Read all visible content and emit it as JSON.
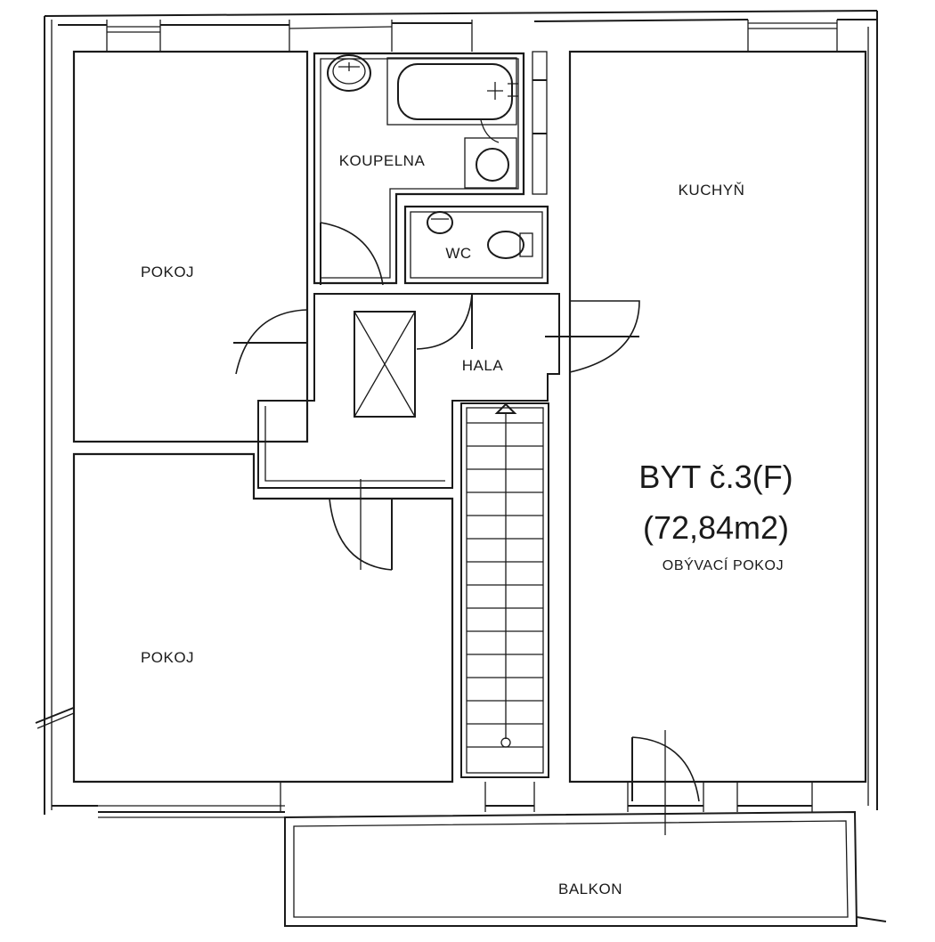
{
  "plan": {
    "apartment_title": "BYT č.3(F)",
    "apartment_area": "(72,84m2)",
    "rooms": {
      "pokoj_top": "POKOJ",
      "pokoj_bottom": "POKOJ",
      "koupelna": "KOUPELNA",
      "wc": "WC",
      "hala": "HALA",
      "kuchyn": "KUCHYŇ",
      "obyvaci_pokoj": "OBÝVACÍ POKOJ",
      "balkon": "BALKON"
    }
  }
}
